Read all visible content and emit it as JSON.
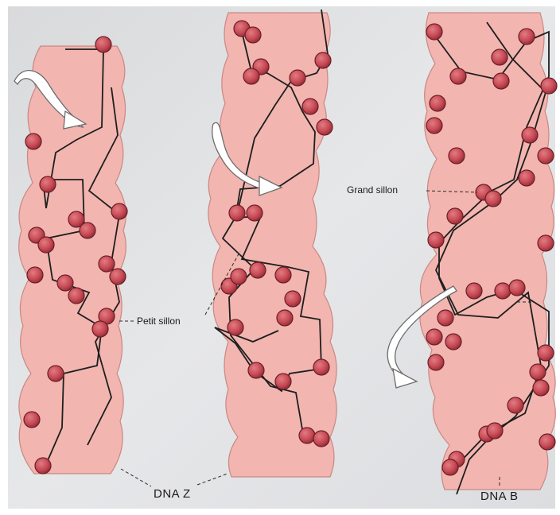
{
  "diagram": {
    "labels": {
      "grand_sillon": "Grand sillon",
      "petit_sillon": "Petit sillon",
      "dna_z": "DNA Z",
      "dna_b": "DNA B"
    },
    "colors": {
      "paper": "#e3e4e6",
      "body": "#f2b5b0",
      "body_edge": "#c98884",
      "atom": "#c74a55",
      "atom_edge": "#6b1f28",
      "backbone": "#1e1e1e",
      "arrow": "#ffffff"
    }
  }
}
